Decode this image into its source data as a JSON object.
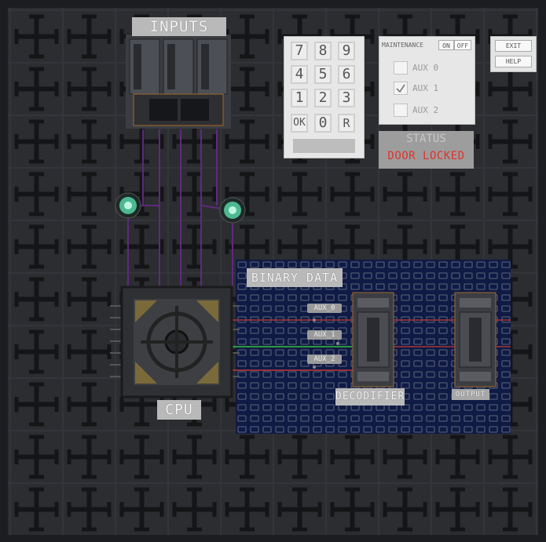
{
  "labels": {
    "inputs": "INPUTS",
    "binary_data": "BINARY DATA",
    "cpu": "CPU",
    "decodifier": "DECODIFIER",
    "output": "OUTPUT"
  },
  "wires": {
    "aux_0": "AUX_0",
    "aux_1": "AUX_1",
    "aux_2": "AUX_2"
  },
  "keypad": {
    "keys": [
      "7",
      "8",
      "9",
      "4",
      "5",
      "6",
      "1",
      "2",
      "3",
      "OK",
      "0",
      "R"
    ],
    "display_value": ""
  },
  "maintenance": {
    "title": "MAINTENANCE",
    "on_label": "ON",
    "off_label": "OFF",
    "aux": [
      {
        "label": "AUX 0",
        "checked": false
      },
      {
        "label": "AUX 1",
        "checked": true
      },
      {
        "label": "AUX 2",
        "checked": false
      }
    ]
  },
  "status": {
    "title": "STATUS",
    "text": "DOOR LOCKED"
  },
  "menu": {
    "exit": "EXIT",
    "help": "HELP"
  },
  "colors": {
    "background": "#1c1d20",
    "board": "#0f1a45",
    "status_text": "#e0322b",
    "wire_green": "#37c23a",
    "wire_red": "#c23a3a",
    "wire_purple": "#6b2b8a"
  }
}
